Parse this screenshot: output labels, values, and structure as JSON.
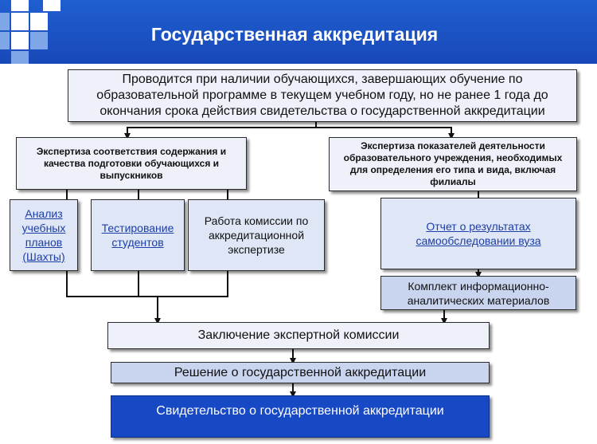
{
  "header": {
    "title": "Государственная аккредитация"
  },
  "top_box": {
    "text": "Проводится при наличии обучающихся, завершающих обучение по образовательной программе в текущем учебном году, но не ранее 1 года до окончания срока действия свидетельства о государственной аккредитации"
  },
  "left_branch": {
    "text": "Экспертиза соответствия содержания и качества подготовки обучающихся и выпускников",
    "items": [
      {
        "text": "Анализ учебных планов (Шахты)"
      },
      {
        "text": "Тестирование студентов"
      },
      {
        "text": "Работа комиссии по аккредитационной экспертизе"
      }
    ]
  },
  "right_branch": {
    "text": "Экспертиза показателей деятельности образовательного учреждения, необходимых для определения его типа и вида, включая филиалы",
    "report": "Отчет о результатах самообследовании вуза",
    "materials": "Комплект информационно-аналитических материалов"
  },
  "conclusion": {
    "text": "Заключение экспертной комиссии"
  },
  "decision": {
    "text": "Решение о государственной аккредитации"
  },
  "certificate": {
    "text": "Свидетельство о государственной аккредитации"
  },
  "colors": {
    "header_blue": "#1f5fd0",
    "box_fill": "#dfe6f5",
    "final_blue": "#1849c4",
    "link_blue": "#1c3ea8"
  }
}
